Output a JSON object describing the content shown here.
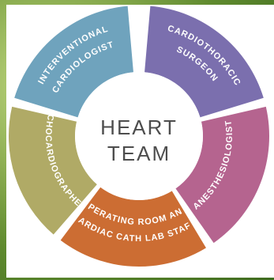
{
  "center": {
    "line1": "HEART",
    "line2": "TEAM"
  },
  "segments": [
    {
      "key": "interventional",
      "lines": [
        "INTERVENTIONAL",
        "CARDIOLOGIST"
      ],
      "color": "#6fa3bd"
    },
    {
      "key": "cardiothoracic",
      "lines": [
        "CARDIOTHORACIC",
        "SURGEON"
      ],
      "color": "#7b6fae"
    },
    {
      "key": "anesthesiologist",
      "lines": [
        "ANESTHESIOLOGIST"
      ],
      "color": "#b5648f"
    },
    {
      "key": "or-cath-lab",
      "lines": [
        "OPERATING ROOM AND",
        "CARDIAC CATH LAB STAFF"
      ],
      "color": "#cc6d33"
    },
    {
      "key": "echocardiographer",
      "lines": [
        "ECHOCARDIOGRAPHER"
      ],
      "color": "#b0aa66"
    }
  ]
}
